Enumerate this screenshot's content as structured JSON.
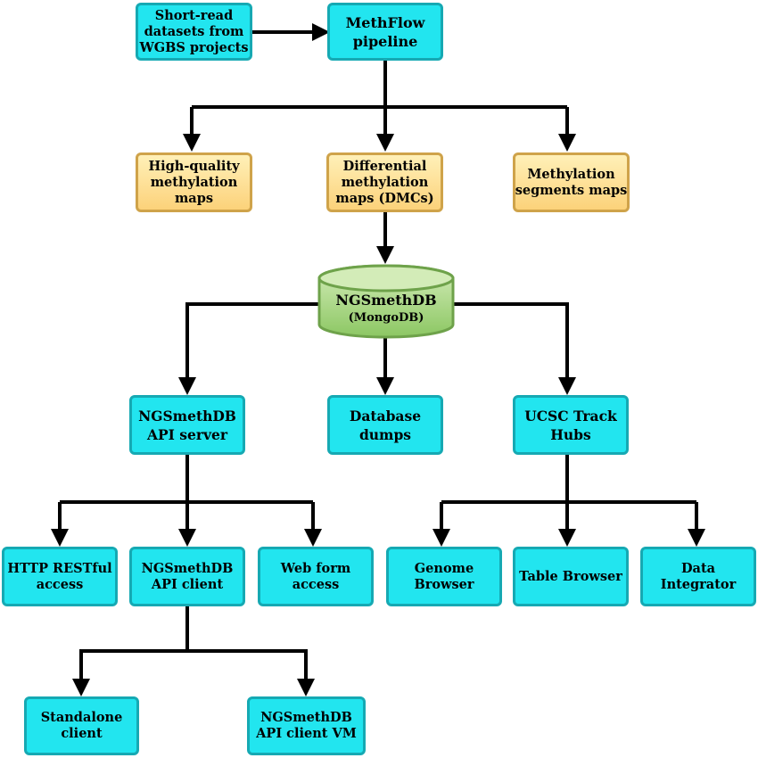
{
  "nodes": {
    "short_read": [
      "Short-read",
      "datasets from",
      "WGBS projects"
    ],
    "methflow": [
      "MethFlow",
      "pipeline"
    ],
    "high_quality": [
      "High-quality",
      "methylation",
      "maps"
    ],
    "differential": [
      "Differential",
      "methylation",
      "maps (DMCs)"
    ],
    "segments": [
      "Methylation",
      "segments maps"
    ],
    "db": [
      "NGSmethDB",
      "(MongoDB)"
    ],
    "api_server": [
      "NGSmethDB",
      "API server"
    ],
    "dumps": [
      "Database",
      "dumps"
    ],
    "ucsc": [
      "UCSC Track",
      "Hubs"
    ],
    "http": [
      "HTTP RESTful",
      "access"
    ],
    "api_client": [
      "NGSmethDB",
      "API client"
    ],
    "web_form": [
      "Web form",
      "access"
    ],
    "genome": [
      "Genome",
      "Browser"
    ],
    "table_browser": [
      "Table Browser"
    ],
    "data_integrator": [
      "Data",
      "Integrator"
    ],
    "standalone": [
      "Standalone",
      "client"
    ],
    "client_vm": [
      "NGSmethDB",
      "API client VM"
    ]
  },
  "colors": {
    "process_fill": "#22e5ef",
    "process_border": "#16a9b3",
    "output_fill_top": "#fff0b8",
    "output_fill_bottom": "#fcd27a",
    "output_border": "#cfa34a",
    "db_fill_top": "#d3ecb8",
    "db_fill_bottom": "#8cc763",
    "db_border": "#6ea24a",
    "connector": "#000000"
  }
}
